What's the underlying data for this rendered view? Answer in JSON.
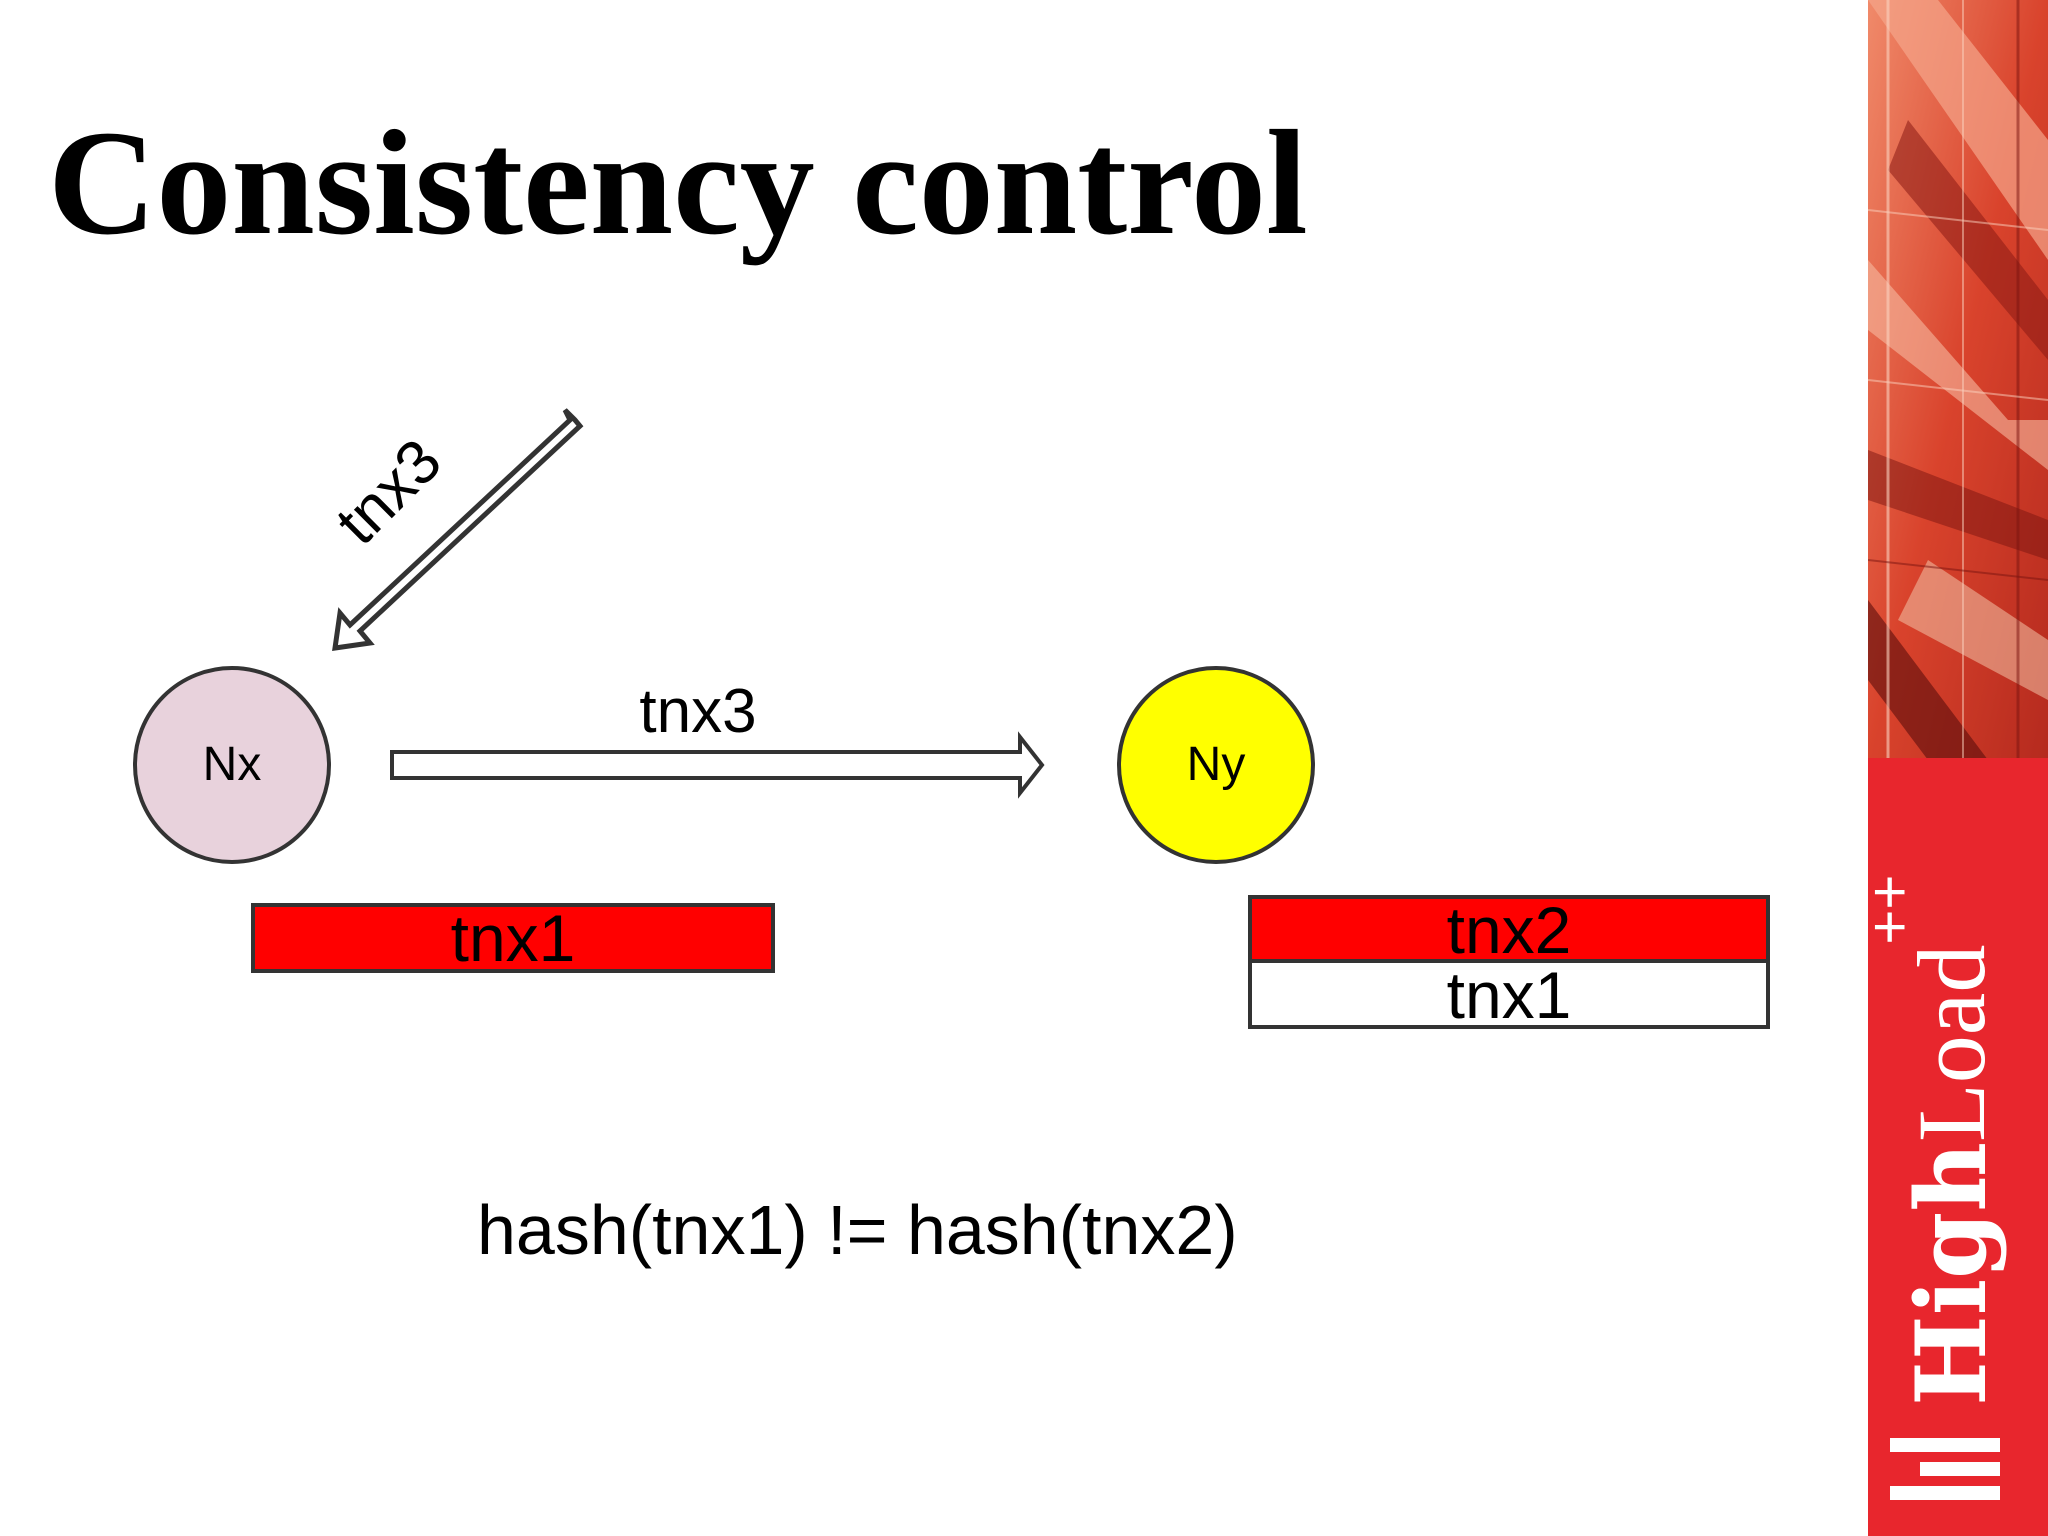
{
  "slide": {
    "title": "Consistency control",
    "formula": "hash(tnx1) != hash(tnx2)"
  },
  "diagram": {
    "incoming_arrow_label": "tnx3",
    "transfer_arrow_label": "tnx3",
    "node_x": {
      "label": "Nx",
      "fill": "#e8d2dc"
    },
    "node_y": {
      "label": "Ny",
      "fill": "#ffff00"
    },
    "node_x_log": [
      {
        "label": "tnx1",
        "fill": "#ff0000"
      }
    ],
    "node_y_log": [
      {
        "label": "tnx2",
        "fill": "#ff0000"
      },
      {
        "label": "tnx1",
        "fill": "#ffffff"
      }
    ]
  },
  "brand": {
    "high": "High",
    "load": "Load",
    "plus": "++",
    "accent": "#e8262d"
  }
}
